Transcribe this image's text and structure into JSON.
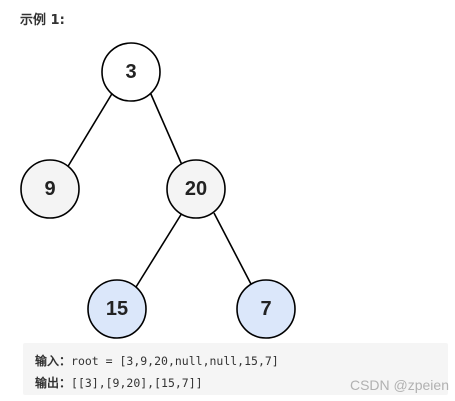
{
  "heading": "示例 1:",
  "tree": {
    "nodes": [
      {
        "id": "n3",
        "label": "3",
        "fill": "#ffffff"
      },
      {
        "id": "n9",
        "label": "9",
        "fill": "#f4f4f4"
      },
      {
        "id": "n20",
        "label": "20",
        "fill": "#f4f4f4"
      },
      {
        "id": "n15",
        "label": "15",
        "fill": "#dbe7fa"
      },
      {
        "id": "n7",
        "label": "7",
        "fill": "#dbe7fa"
      }
    ],
    "edges": [
      {
        "from": "n3",
        "to": "n9"
      },
      {
        "from": "n3",
        "to": "n20"
      },
      {
        "from": "n20",
        "to": "n15"
      },
      {
        "from": "n20",
        "to": "n7"
      }
    ]
  },
  "example": {
    "input_label": "输入：",
    "input_value": "root = [3,9,20,null,null,15,7]",
    "output_label": "输出：",
    "output_value": "[[3],[9,20],[15,7]]"
  },
  "watermark": "CSDN @zpeien"
}
